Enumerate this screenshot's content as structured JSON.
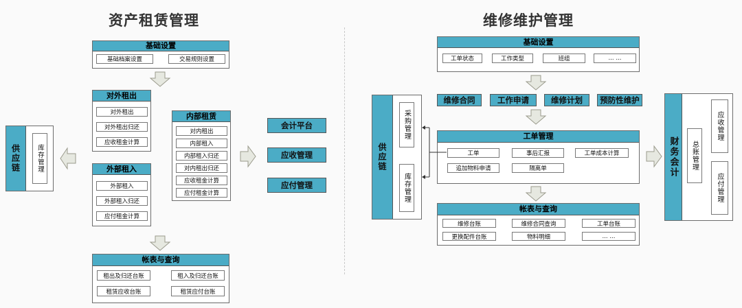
{
  "left": {
    "title": "资产租赁管理",
    "basic": {
      "header": "基础设置",
      "items": [
        "基础档案设置",
        "交易规则设置"
      ]
    },
    "lease_out": {
      "header": "对外租出",
      "items": [
        "对外租出",
        "对外租出归还",
        "应收租金计算"
      ]
    },
    "lease_in": {
      "header": "外部租入",
      "items": [
        "外部租入",
        "外部租入归还",
        "应付租金计算"
      ]
    },
    "internal": {
      "header": "内部租赁",
      "items": [
        "对内租出",
        "内部租入",
        "内部租入归还",
        "对内租出归还",
        "应收租金计算",
        "应付租金计算"
      ]
    },
    "platforms": [
      "会计平台",
      "应收管理",
      "应付管理"
    ],
    "reports": {
      "header": "帐表与查询",
      "items": [
        "租出及归还台账",
        "租入及归还台账",
        "租赁应收台账",
        "租赁应付台账"
      ]
    },
    "supply_chain": {
      "label": "供应链",
      "inner": "库存管理"
    }
  },
  "right": {
    "title": "维修维护管理",
    "basic": {
      "header": "基础设置",
      "items": [
        "工单状态",
        "工作类型",
        "班组",
        "... ..."
      ]
    },
    "actions": [
      "维修合同",
      "工作申请",
      "维修计划",
      "预防性维护"
    ],
    "work_order": {
      "header": "工单管理",
      "items": [
        "工单",
        "事后汇报",
        "工单成本计算",
        "追加物料申请",
        "隔离单"
      ]
    },
    "reports": {
      "header": "帐表与查询",
      "items": [
        "维修台账",
        "维修合同查询",
        "工单台账",
        "更换配件台账",
        "物料明细",
        "... ..."
      ]
    },
    "supply_chain": {
      "label": "供应链",
      "purchase": "采购管理",
      "inventory": "库存管理"
    },
    "finance": {
      "label": "财务会计",
      "ledger": "总账管理",
      "receivable": "应收管理",
      "payable": "应付管理"
    }
  },
  "colors": {
    "accent": "#4bacc6",
    "arrow_fill": "#e6e8e0",
    "arrow_stroke": "#9a9a8c"
  }
}
